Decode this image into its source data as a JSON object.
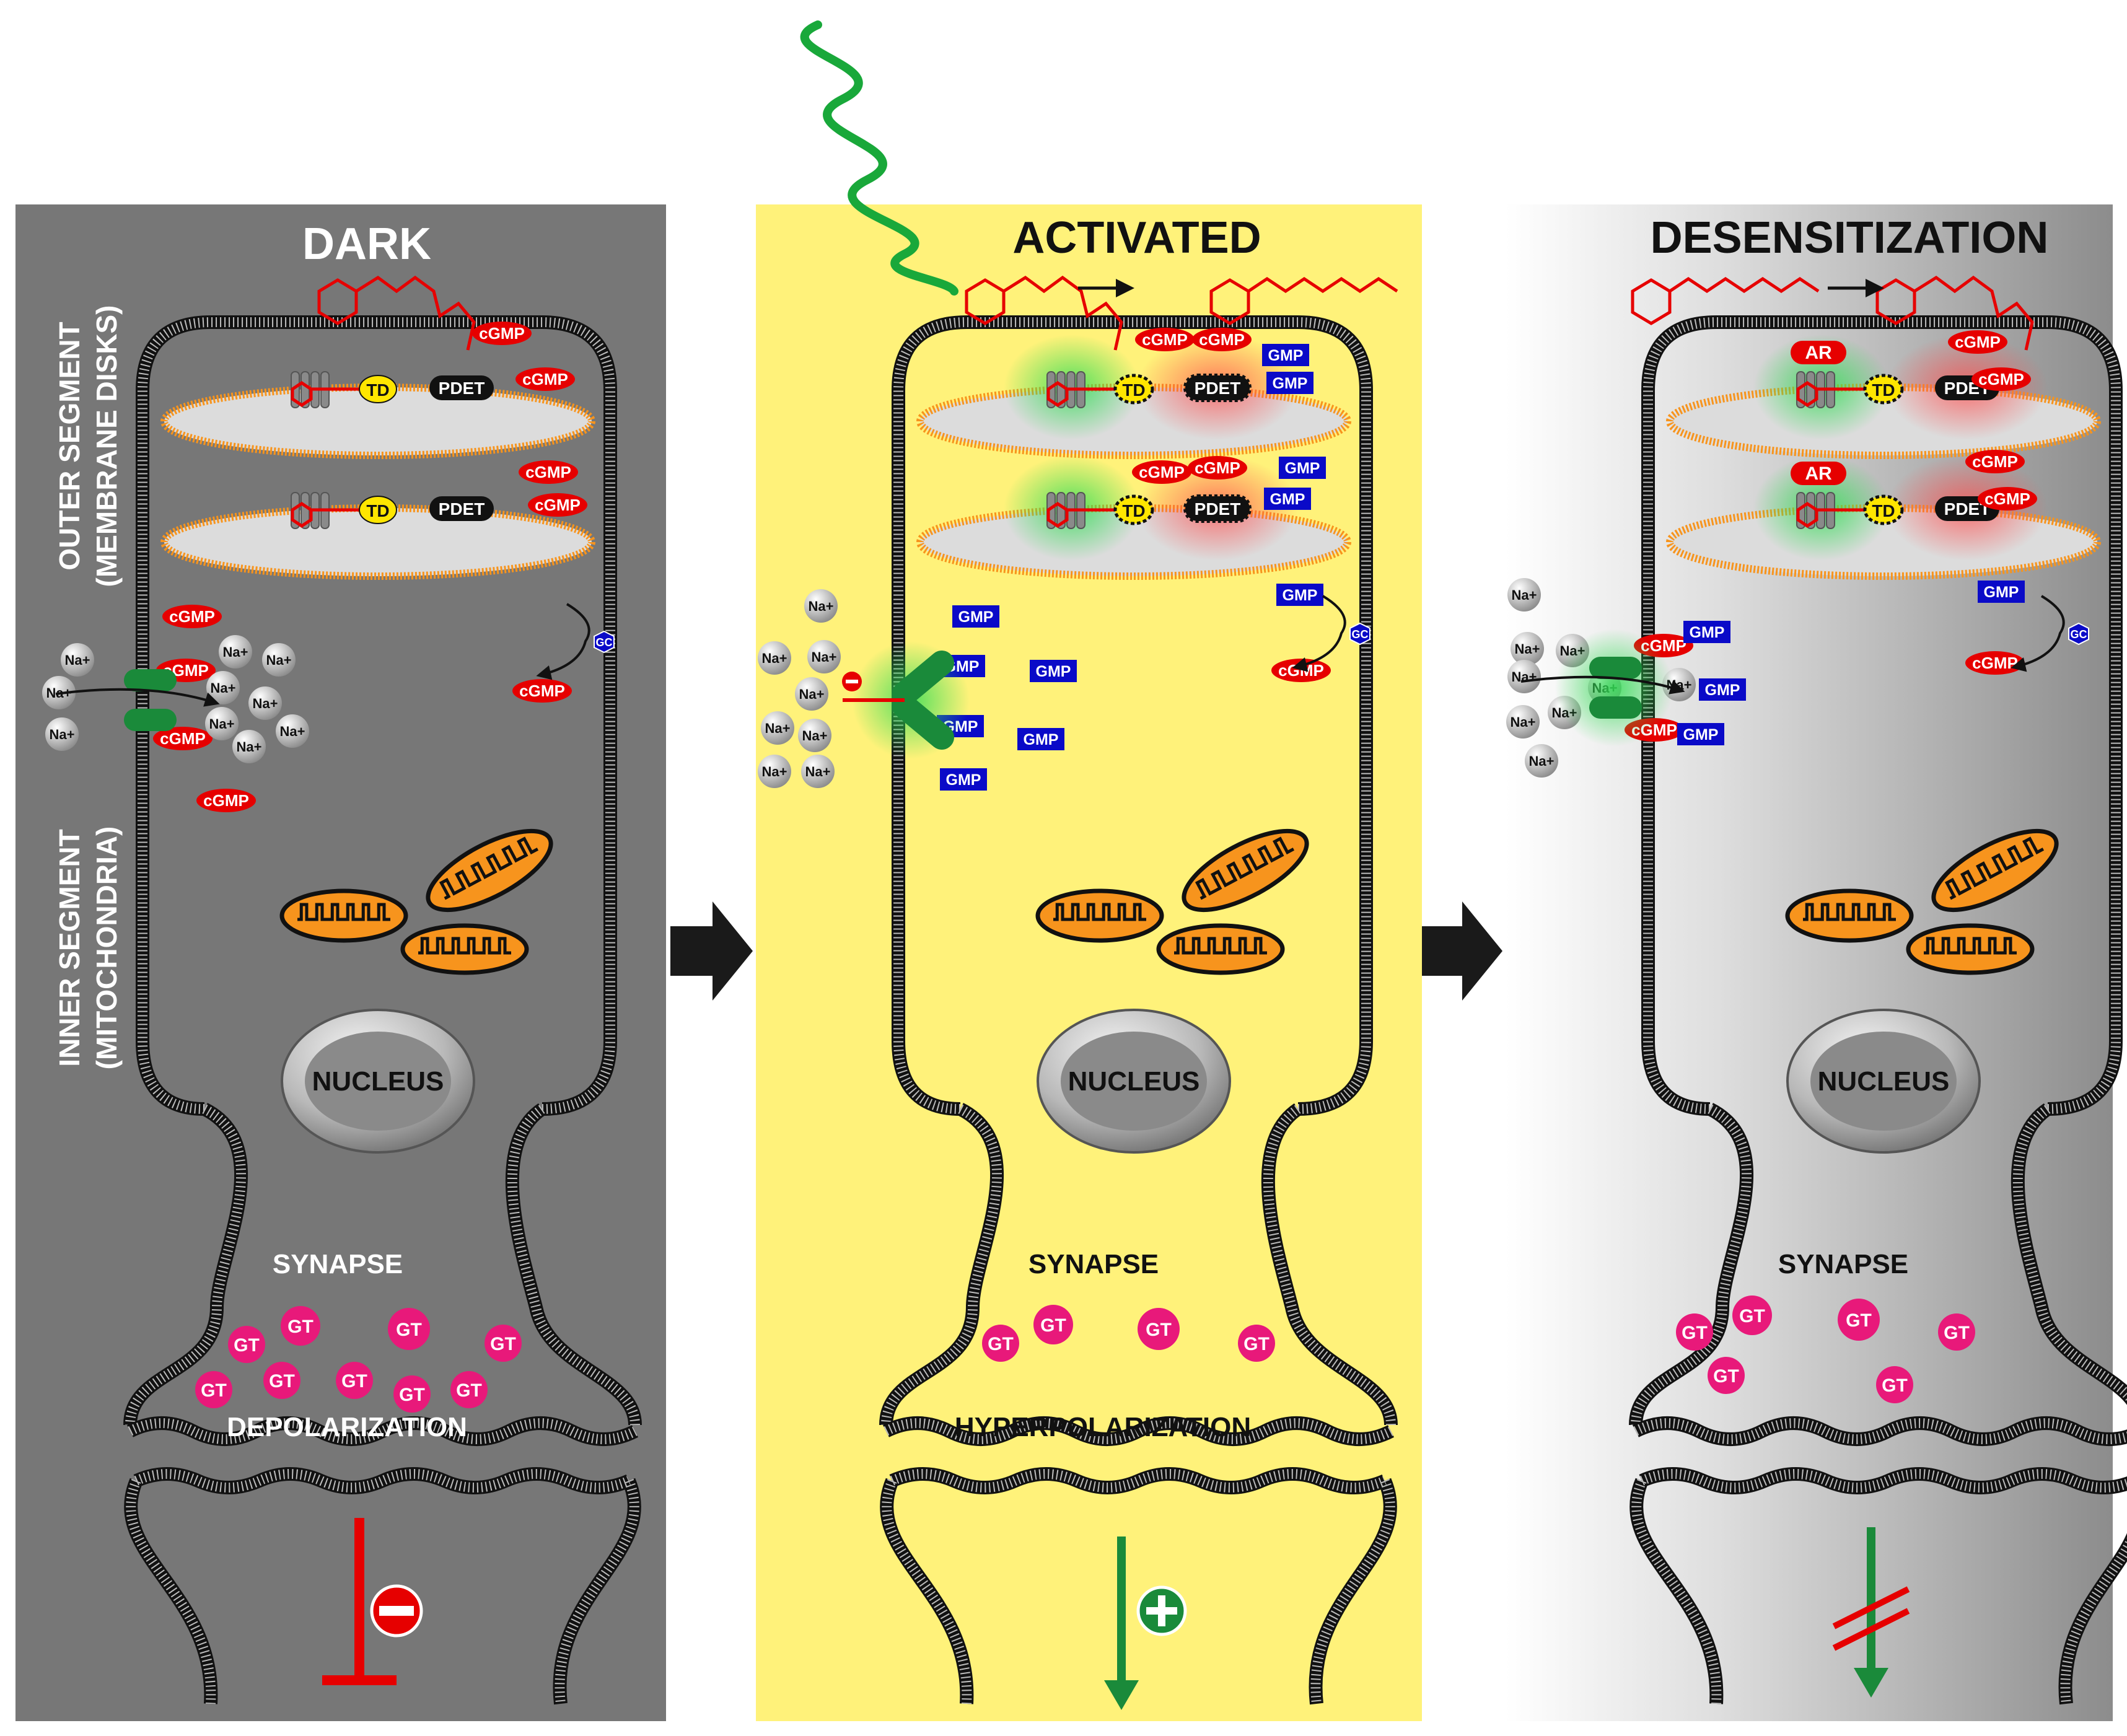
{
  "panels": [
    {
      "title": "DARK",
      "side_labels": [
        "OUTER SEGMENT",
        "(MEMBRANE DISKS)",
        "INNER SEGMENT",
        "(MITOCHONDRIA)"
      ],
      "synapse": "SYNAPSE",
      "state": "DEPOLARIZATION",
      "nucleus": "NUCLEUS",
      "signal": "inhibited"
    },
    {
      "title": "ACTIVATED",
      "synapse": "SYNAPSE",
      "state": "HYPERPOLARIZATION",
      "nucleus": "NUCLEUS",
      "signal": "activated"
    },
    {
      "title": "DESENSITIZATION",
      "synapse": "SYNAPSE",
      "nucleus": "NUCLEUS",
      "signal": "blocked"
    }
  ],
  "molecule_labels": {
    "cgmp": "cGMP",
    "gmp": "GMP",
    "na": "Na+",
    "td": "TD",
    "pdet": "PDET",
    "gc": "GC",
    "gt": "GT",
    "ar": "AR"
  },
  "colors": {
    "dark_bg": "#777777",
    "activated_bg": "#fff27a",
    "cgmp": "#e60000",
    "gmp": "#0a0ac8",
    "gt": "#e8197a",
    "mito": "#f7941d",
    "channel": "#1a8a3a",
    "td": "#ffe600"
  }
}
